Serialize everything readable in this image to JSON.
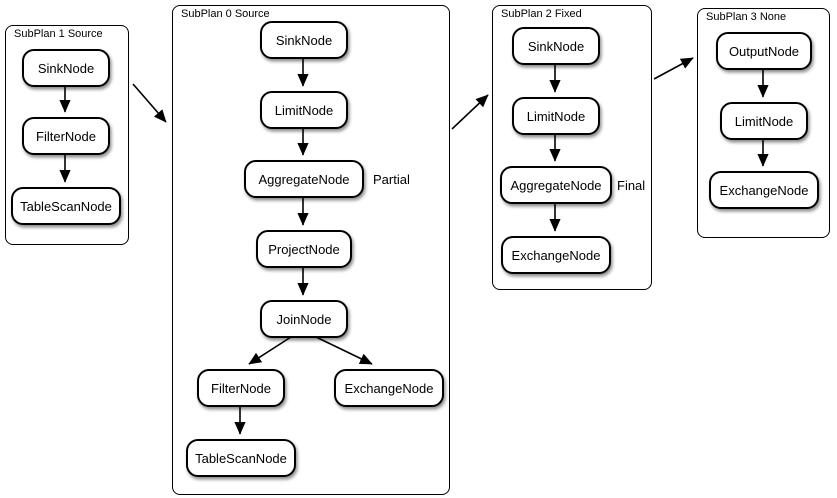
{
  "subplans": [
    {
      "title": "SubPlan 1 Source",
      "nodes": [
        {
          "label": "SinkNode"
        },
        {
          "label": "FilterNode"
        },
        {
          "label": "TableScanNode"
        }
      ]
    },
    {
      "title": "SubPlan 0 Source",
      "annotation": "Partial",
      "nodes": [
        {
          "label": "SinkNode"
        },
        {
          "label": "LimitNode"
        },
        {
          "label": "AggregateNode"
        },
        {
          "label": "ProjectNode"
        },
        {
          "label": "JoinNode"
        },
        {
          "label": "FilterNode"
        },
        {
          "label": "ExchangeNode"
        },
        {
          "label": "TableScanNode"
        }
      ]
    },
    {
      "title": "SubPlan 2 Fixed",
      "annotation": "Final",
      "nodes": [
        {
          "label": "SinkNode"
        },
        {
          "label": "LimitNode"
        },
        {
          "label": "AggregateNode"
        },
        {
          "label": "ExchangeNode"
        }
      ]
    },
    {
      "title": "SubPlan 3 None",
      "nodes": [
        {
          "label": "OutputNode"
        },
        {
          "label": "LimitNode"
        },
        {
          "label": "ExchangeNode"
        }
      ]
    }
  ],
  "colors": {
    "background": "#ffffff",
    "node_fill": "#ffffff",
    "stroke": "#000000"
  }
}
